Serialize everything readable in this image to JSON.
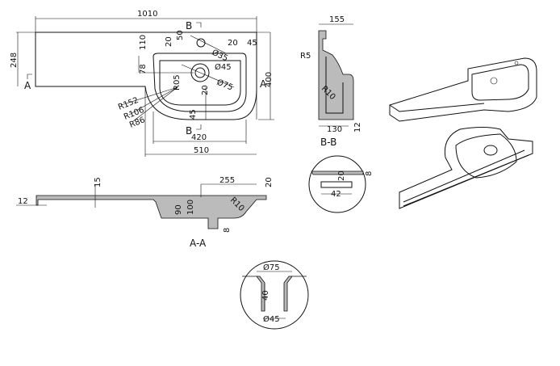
{
  "plan": {
    "width_total": "1010",
    "section_b": "B",
    "height_248": "248",
    "d110": "110",
    "d20a": "20",
    "d50": "50",
    "tap_dia": "Ø35",
    "d20b": "20",
    "d45a": "45",
    "d78": "78",
    "drain_dia": "Ø45",
    "drain_outer": "Ø75",
    "depth": "400",
    "section_a": "A",
    "r105": "R05",
    "r152": "R152",
    "r106": "R106",
    "r86": "R86",
    "d20c": "20",
    "d45b": "45",
    "inner_width": "420",
    "outer_width": "510"
  },
  "section_bb": {
    "width": "155",
    "r5": "R5",
    "r10": "R10",
    "bottom": "130",
    "d12": "12",
    "title": "B-B"
  },
  "section_aa": {
    "d12": "12",
    "d15": "15",
    "d255": "255",
    "d20": "20",
    "d90": "90",
    "d100": "100",
    "r10": "R10",
    "d8": "8",
    "title": "A-A"
  },
  "edge_detail": {
    "d20": "20",
    "d8": "8",
    "d42": "42"
  },
  "drain_detail": {
    "outer": "Ø75",
    "height": "40",
    "inner": "Ø45"
  }
}
